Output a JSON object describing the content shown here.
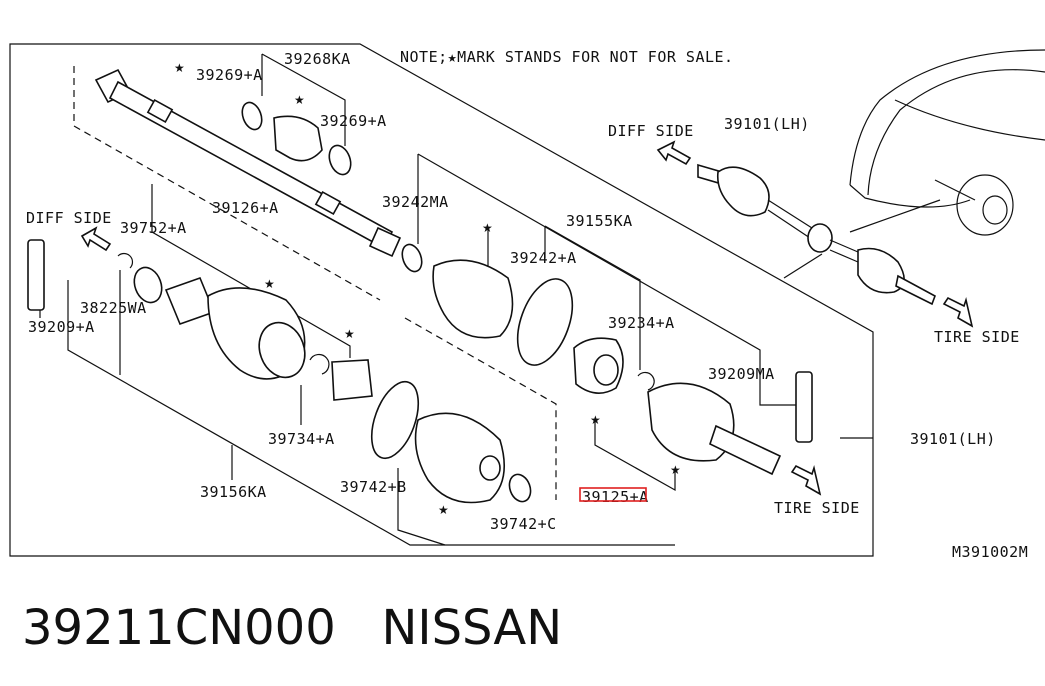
{
  "note": "NOTE;★MARK STANDS FOR NOT FOR SALE.",
  "figure_code": "M391002M",
  "direction_labels": {
    "diff_side_left": "DIFF SIDE",
    "diff_side_top": "DIFF SIDE",
    "tire_side_right": "TIRE SIDE",
    "tire_side_bottom": "TIRE SIDE"
  },
  "part_labels": {
    "p39268KA": "39268KA",
    "p39269A_top": "39269+A",
    "p39269A_mid": "39269+A",
    "p39126A": "39126+A",
    "p39752A": "39752+A",
    "p38225WA": "38225WA",
    "p39209A": "39209+A",
    "p39242MA": "39242MA",
    "p39155KA": "39155KA",
    "p39242A": "39242+A",
    "p39234A": "39234+A",
    "p39209MA": "39209MA",
    "p39101LH_top": "39101(LH)",
    "p39101LH_right": "39101(LH)",
    "p39734A": "39734+A",
    "p39156KA": "39156KA",
    "p39742B": "39742+B",
    "p39742C": "39742+C",
    "p39125A": "39125+A"
  },
  "highlight_color": "#e02020",
  "caption": {
    "part_number": "39211CN000",
    "brand": "NISSAN"
  }
}
